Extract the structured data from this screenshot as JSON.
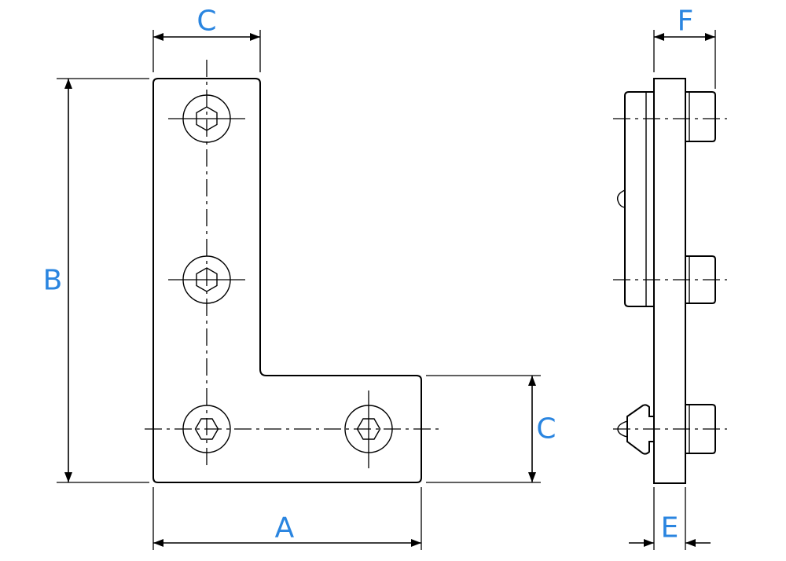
{
  "colors": {
    "label": "#2a85e0",
    "line": "#000000",
    "background": "#ffffff"
  },
  "labels": {
    "dim_c_top": "C",
    "dim_b": "B",
    "dim_c_right": "C",
    "dim_a": "A",
    "dim_f": "F",
    "dim_e": "E"
  }
}
